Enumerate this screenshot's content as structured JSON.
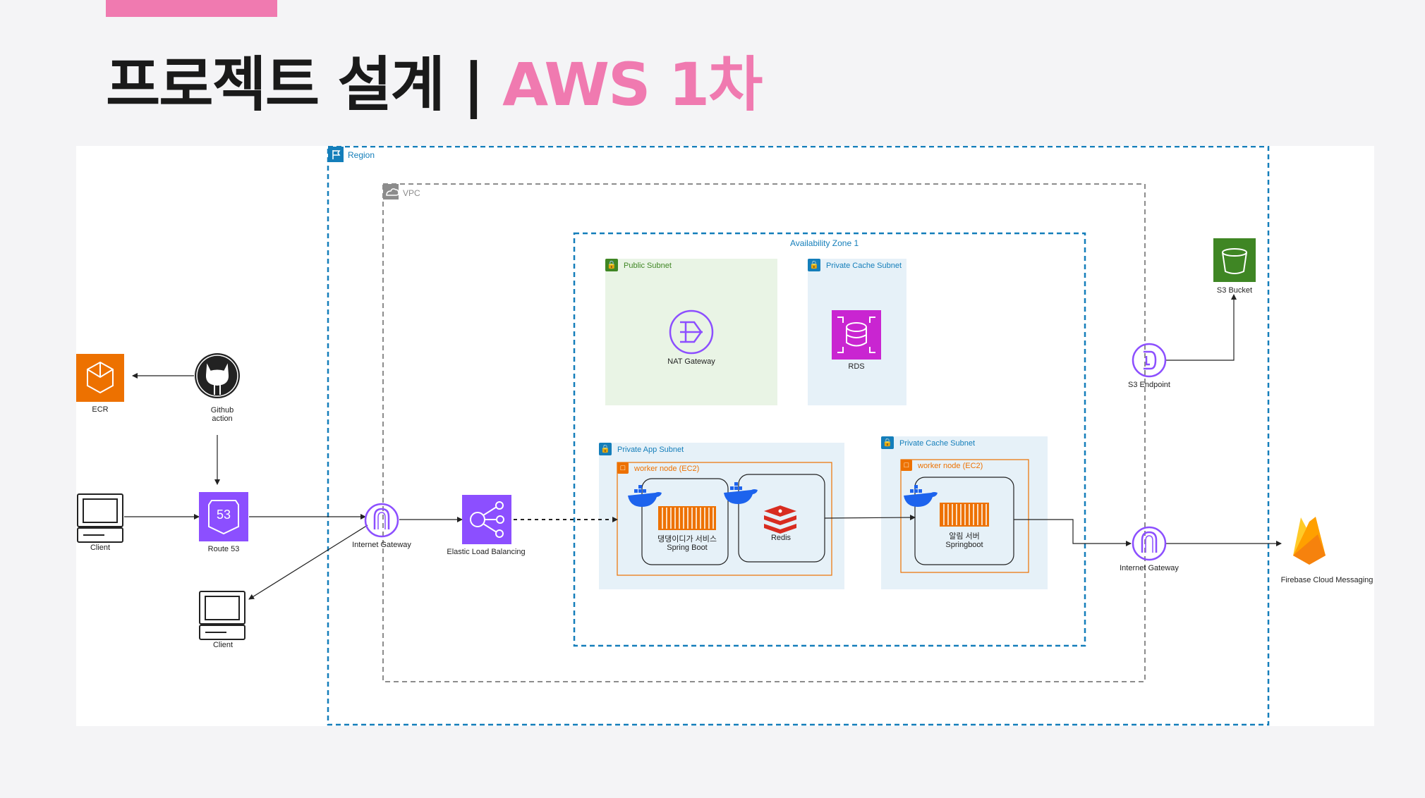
{
  "title": {
    "main": "프로젝트 설계 | ",
    "accent": "AWS 1차"
  },
  "groups": {
    "region": "Region",
    "vpc": "VPC",
    "az": "Availability Zone 1",
    "public_subnet": "Public Subnet",
    "private_cache_subnet_top": "Private Cache Subnet",
    "private_app_subnet": "Private App Subnet",
    "private_cache_subnet_bottom": "Private Cache Subnet",
    "worker_node_1": "worker node (EC2)",
    "worker_node_2": "worker node (EC2)"
  },
  "nodes": {
    "ecr": "ECR",
    "github": "Github\naction",
    "client_left": "Client",
    "route53": "Route 53",
    "route53_badge": "53",
    "client_bottom": "Client",
    "igw_left": "Internet Gateway",
    "elb": "Elastic Load Balancing",
    "nat": "NAT Gateway",
    "rds": "RDS",
    "spring": "댕댕이디가 서비스\nSpring Boot",
    "redis": "Redis",
    "alarm": "알림 서버\nSpringboot",
    "s3_endpoint": "S3 Endpoint",
    "s3_bucket": "S3 Bucket",
    "igw_right": "Internet Gateway",
    "fcm": "Firebase Cloud Messaging"
  },
  "colors": {
    "accent": "#f07ab0",
    "region_border": "#147eba",
    "vpc_border": "#8c8c8c",
    "public_subnet_fill": "#e9f4e5",
    "private_subnet_fill": "#e6f1f8",
    "worker_border": "#ed7100",
    "network_purple": "#8c4fff",
    "ecr_orange": "#ed7100",
    "rds_magenta": "#c925d1",
    "s3_green": "#3f8624"
  },
  "icons": {
    "ecr": "ecr-icon",
    "github": "github-icon",
    "client": "computer-icon",
    "route53": "route53-icon",
    "igw": "internet-gateway-icon",
    "elb": "load-balancer-icon",
    "nat": "nat-gateway-icon",
    "rds": "rds-icon",
    "container": "container-icon",
    "docker": "docker-icon",
    "redis": "redis-icon",
    "s3_endpoint": "s3-endpoint-icon",
    "s3_bucket": "s3-bucket-icon",
    "firebase": "firebase-icon",
    "lock": "lock-icon"
  }
}
